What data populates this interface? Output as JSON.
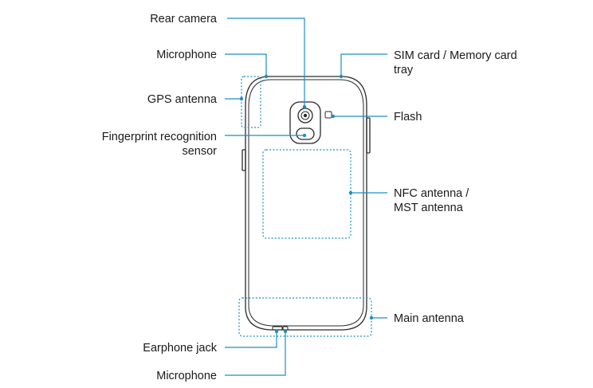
{
  "labels": {
    "rear_camera": "Rear camera",
    "microphone_top": "Microphone",
    "gps_antenna": "GPS antenna",
    "fingerprint_line1": "Fingerprint recognition",
    "fingerprint_line2": "sensor",
    "sim_tray_line1": "SIM card / Memory card",
    "sim_tray_line2": "tray",
    "flash": "Flash",
    "nfc_line1": "NFC antenna /",
    "nfc_line2": "MST antenna",
    "main_antenna": "Main antenna",
    "earphone_jack": "Earphone jack",
    "microphone_bottom": "Microphone"
  },
  "colors": {
    "leader": "#1a8fc4",
    "outline": "#2a2a2a",
    "text": "#1a1a1a"
  }
}
